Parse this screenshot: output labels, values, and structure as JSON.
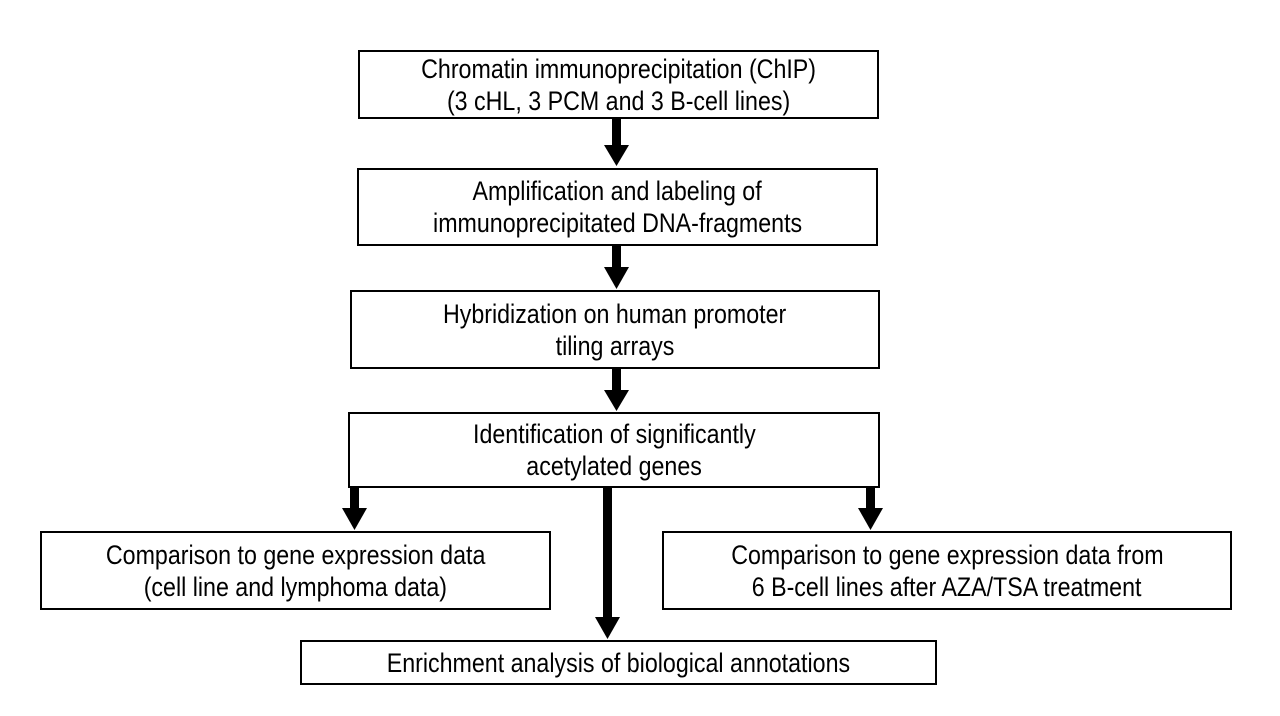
{
  "steps": {
    "chip": {
      "line1": "Chromatin immunoprecipitation (ChIP)",
      "line2": "(3 cHL, 3 PCM and 3 B-cell lines)"
    },
    "amplification": {
      "line1": "Amplification and labeling of",
      "line2": "immunoprecipitated DNA-fragments"
    },
    "hybridization": {
      "line1": "Hybridization on human promoter",
      "line2": "tiling arrays"
    },
    "identification": {
      "line1": "Identification of significantly",
      "line2": "acetylated genes"
    },
    "comparison_left": {
      "line1": "Comparison to gene expression data",
      "line2": "(cell line and lymphoma data)"
    },
    "comparison_right": {
      "line1": "Comparison to gene expression data from",
      "line2": "6 B-cell lines after AZA/TSA treatment"
    },
    "enrichment": {
      "line1": "Enrichment analysis of biological annotations"
    }
  },
  "colors": {
    "stroke": "#000000",
    "background": "#ffffff"
  }
}
